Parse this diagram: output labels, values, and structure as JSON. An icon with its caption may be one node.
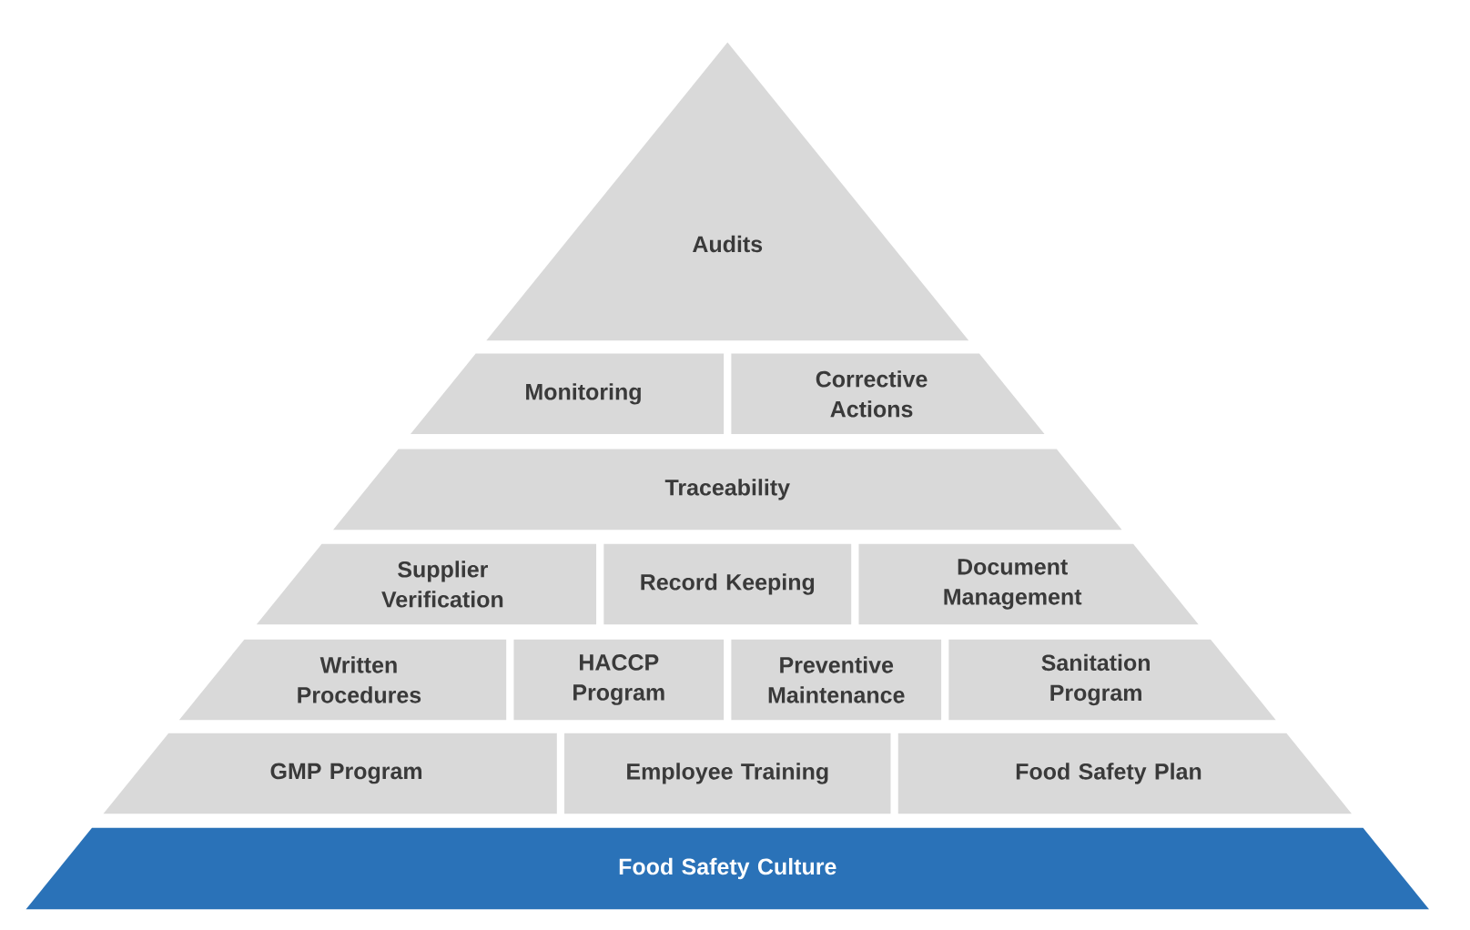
{
  "diagram": {
    "nodes": [
      {
        "text": [
          "Audits"
        ]
      },
      {
        "text": [
          "Monitoring"
        ]
      },
      {
        "text": [
          "Corrective Actions"
        ]
      },
      {
        "text": [
          "Traceability"
        ]
      },
      {
        "text": [
          "Supplier Verification"
        ]
      },
      {
        "text": [
          "Record Keeping"
        ]
      },
      {
        "text": [
          "Document Management"
        ]
      },
      {
        "text": [
          "Written Procedures"
        ]
      },
      {
        "text": [
          "HACCP Program"
        ]
      },
      {
        "text": [
          "Preventive Maintenance"
        ]
      },
      {
        "text": [
          "Sanitation Program"
        ]
      },
      {
        "text": [
          "GMP Program"
        ]
      },
      {
        "text": [
          "Employee Training"
        ]
      },
      {
        "text": [
          "Food Safety Plan"
        ]
      },
      {
        "text": [
          "Food Safety Culture"
        ]
      }
    ]
  }
}
